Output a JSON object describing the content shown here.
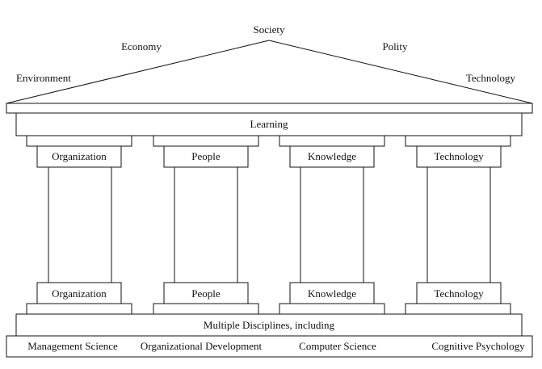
{
  "roof": {
    "apex_label": "Society",
    "left_labels": [
      "Economy",
      "Environment"
    ],
    "right_labels": [
      "Polity",
      "Technology"
    ]
  },
  "entablature": {
    "label": "Learning"
  },
  "pillars": [
    {
      "top_label": "Organization",
      "bottom_label": "Organization"
    },
    {
      "top_label": "People",
      "bottom_label": "People"
    },
    {
      "top_label": "Knowledge",
      "bottom_label": "Knowledge"
    },
    {
      "top_label": "Technology",
      "bottom_label": "Technology"
    }
  ],
  "foundation": {
    "label": "Multiple Disciplines, including",
    "disciplines": [
      "Management Science",
      "Organizational Development",
      "Computer Science",
      "Cognitive Psychology"
    ]
  }
}
